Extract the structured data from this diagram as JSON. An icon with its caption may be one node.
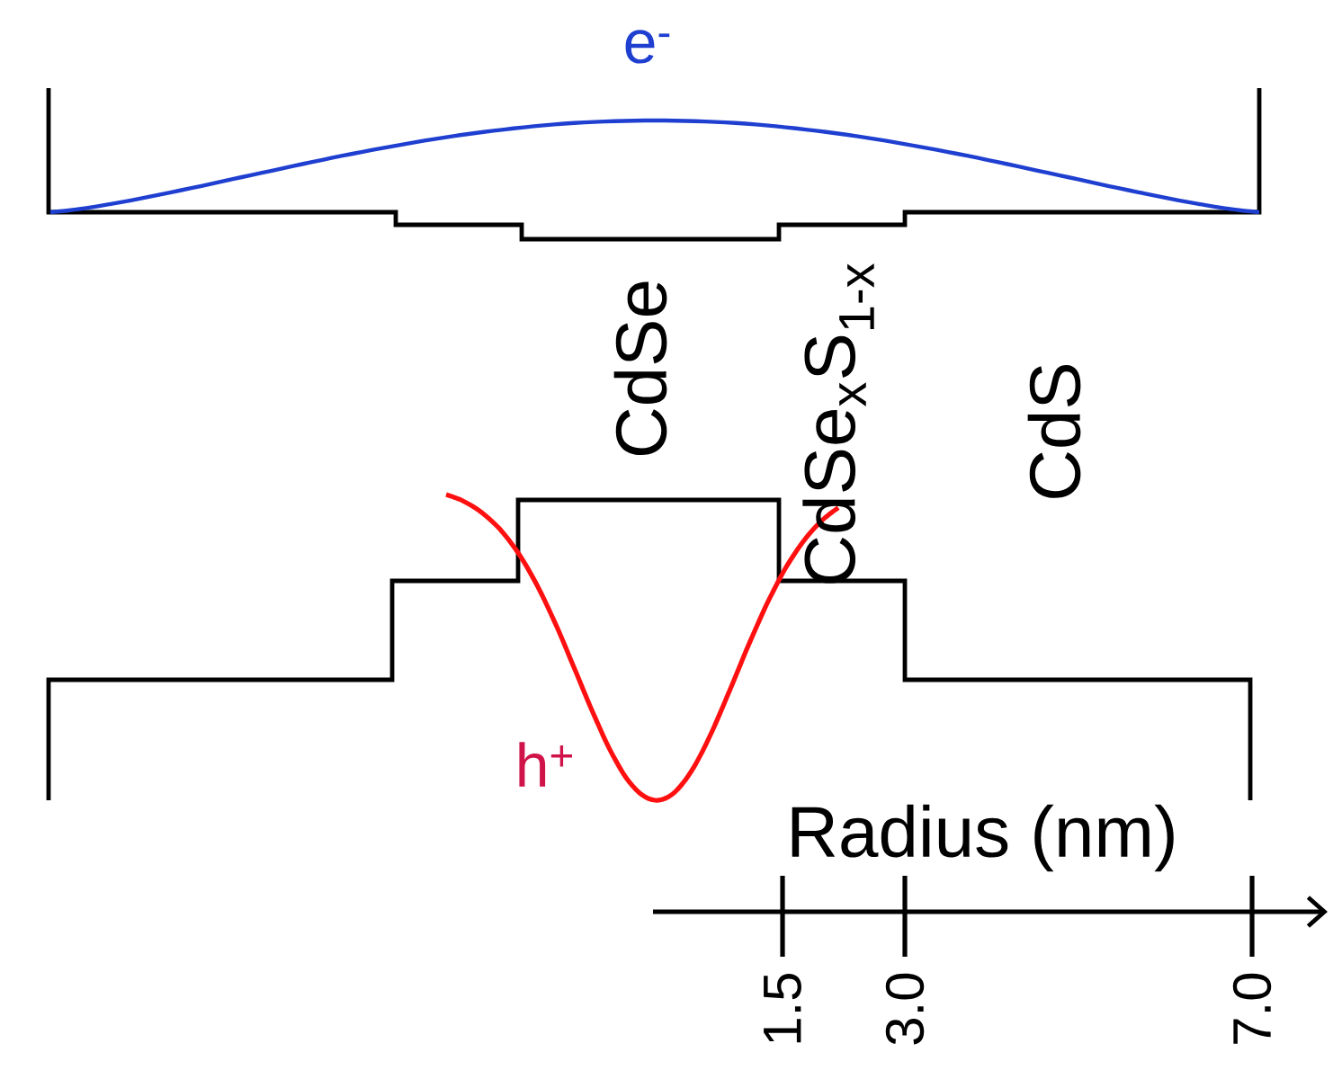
{
  "diagram": {
    "labels": [
      "e$^{-}$",
      "CdSe",
      "CdSe$_{x}$S$_{1-x}$",
      "CdS",
      "h$^{+}$",
      "Radius (nm)",
      "1.5",
      "3.0",
      "7.0"
    ]
  }
}
